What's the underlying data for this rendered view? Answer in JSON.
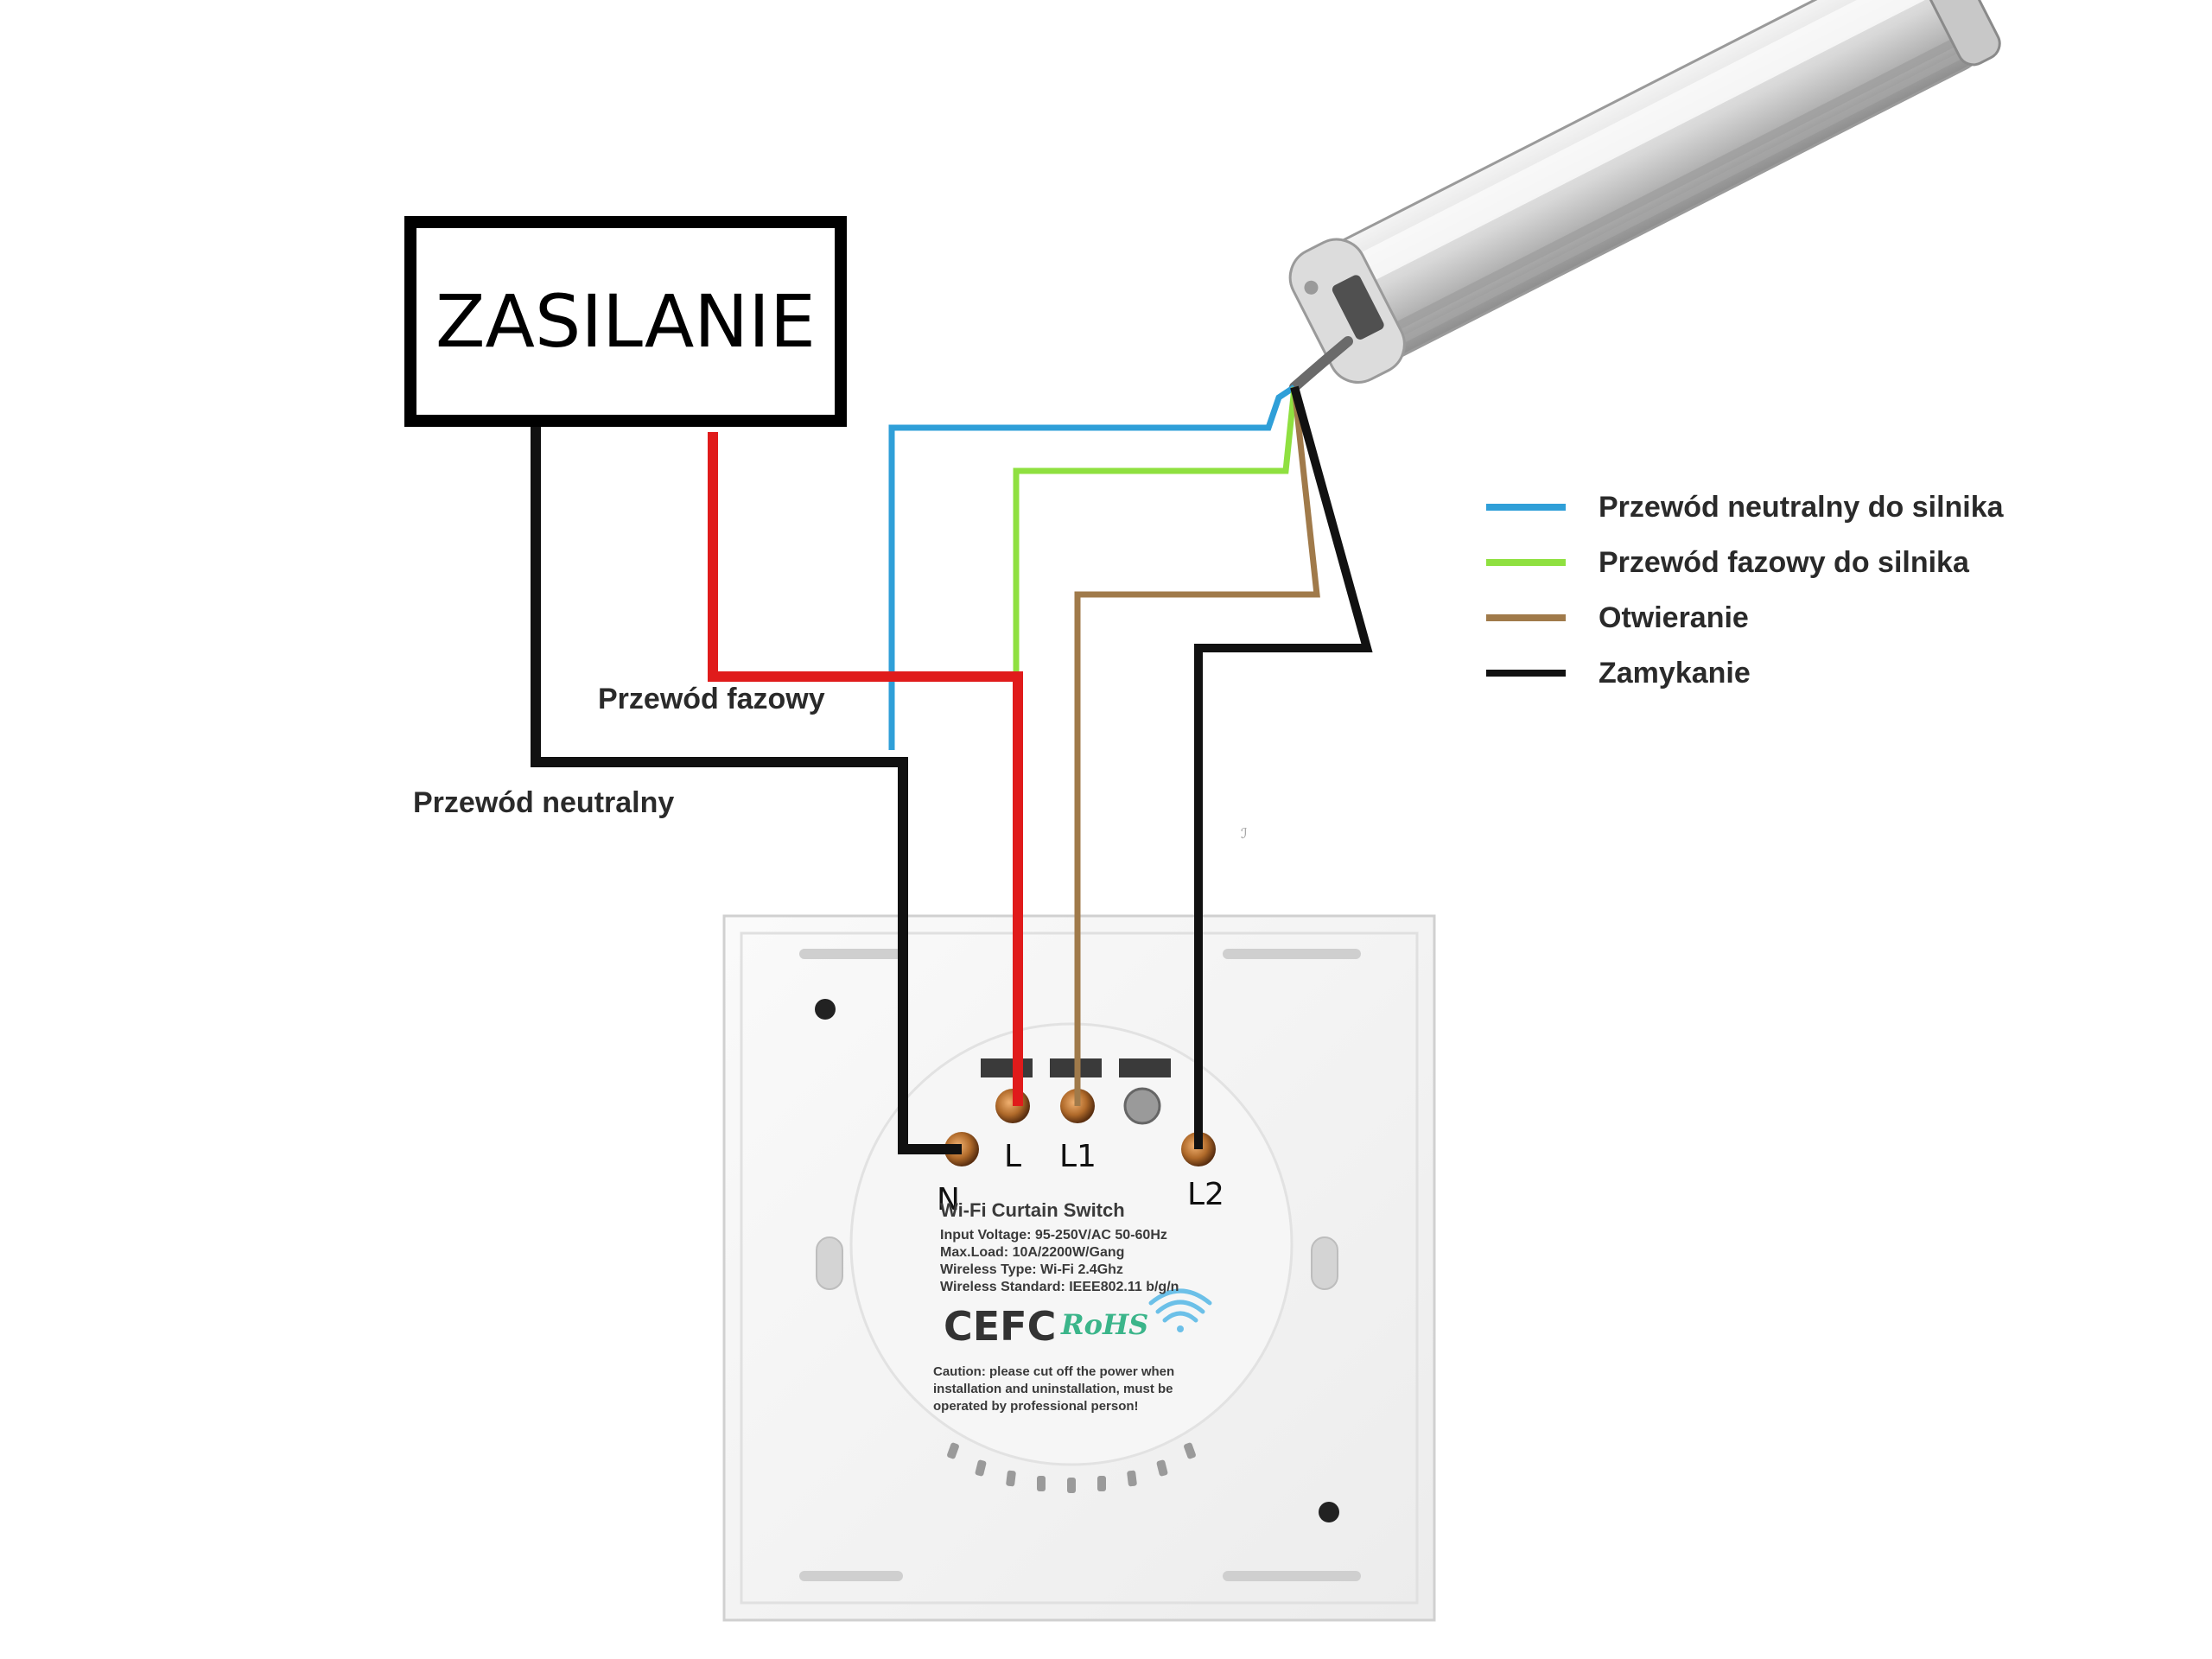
{
  "power_box": {
    "label": "ZASILANIE"
  },
  "wire_labels": {
    "phase": "Przewód fazowy",
    "neutral": "Przewód neutralny"
  },
  "legend": [
    {
      "label": "Przewód neutralny do silnika",
      "color": "#2f9fd8"
    },
    {
      "label": "Przewód fazowy do silnika",
      "color": "#8fe040"
    },
    {
      "label": "Otwieranie",
      "color": "#a07a4a"
    },
    {
      "label": "Zamykanie",
      "color": "#111111"
    }
  ],
  "wire_colors": {
    "supply_neutral": "#111111",
    "supply_phase": "#e01b1b",
    "motor_neutral": "#2f9fd8",
    "motor_phase": "#8fe040",
    "open": "#a07a4a",
    "close": "#111111"
  },
  "terminals": {
    "n": "N",
    "l": "L",
    "l1": "L1",
    "l2": "L2"
  },
  "switch_plate": {
    "title": "Wi-Fi Curtain Switch",
    "specs": [
      "Input Voltage: 95-250V/AC 50-60Hz",
      "Max.Load: 10A/2200W/Gang",
      "Wireless Type: Wi-Fi 2.4Ghz",
      "Wireless Standard: IEEE802.11 b/g/n"
    ],
    "certifications": "CEFC",
    "rohs": "RoHS",
    "caution": [
      "Caution: please cut off the power when",
      "installation and uninstallation, must be",
      "operated by professional person!"
    ]
  },
  "icons": [
    "wifi-icon",
    "tubular-motor"
  ]
}
